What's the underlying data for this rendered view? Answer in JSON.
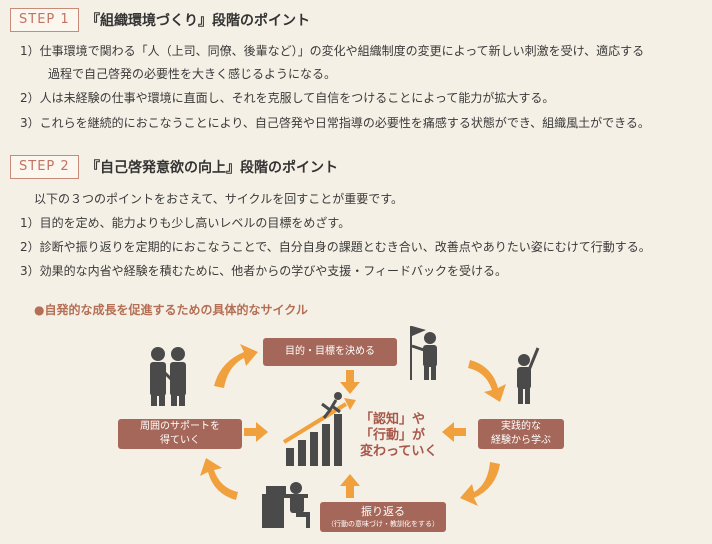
{
  "step1": {
    "badge": "STEP 1",
    "title": "『組織環境づくり』段階のポイント",
    "items": [
      "1）仕事環境で関わる「人（上司、同僚、後輩など）」の変化や組織制度の変更によって新しい刺激を受け、適応する",
      "過程で自己啓発の必要性を大きく感じるようになる。",
      "2）人は未経験の仕事や環境に直面し、それを克服して自信をつけることによって能力が拡大する。",
      "3）これらを継続的におこなうことにより、自己啓発や日常指導の必要性を痛感する状態ができ、組織風土ができる。"
    ]
  },
  "step2": {
    "badge": "STEP 2",
    "title": "『自己啓発意欲の向上』段階のポイント",
    "intro": "以下の３つのポイントをおさえて、サイクルを回すことが重要です。",
    "items": [
      "1）目的を定め、能力よりも少し高いレベルの目標をめざす。",
      "2）診断や振り返りを定期的におこなうことで、自分自身の課題とむき合い、改善点やありたい姿にむけて行動する。",
      "3）効果的な内省や経験を積むために、他者からの学びや支援・フィードバックを受ける。"
    ]
  },
  "cycle": {
    "subtitle": "●自発的な成長を促進するための具体的なサイクル",
    "top_box": "目的・目標を決める",
    "left_box": [
      "周囲のサポートを",
      "得ていく"
    ],
    "right_box": [
      "実践的な",
      "経験から学ぶ"
    ],
    "bottom_box": [
      "振り返る",
      "（行動の意味づけ・教訓化をする）"
    ],
    "center": [
      "「認知」や",
      "「行動」が",
      "変わっていく"
    ],
    "colors": {
      "box": "#a56759",
      "arrow": "#f0a03c",
      "figure": "#4a4a4a",
      "accent": "#c27363"
    }
  }
}
